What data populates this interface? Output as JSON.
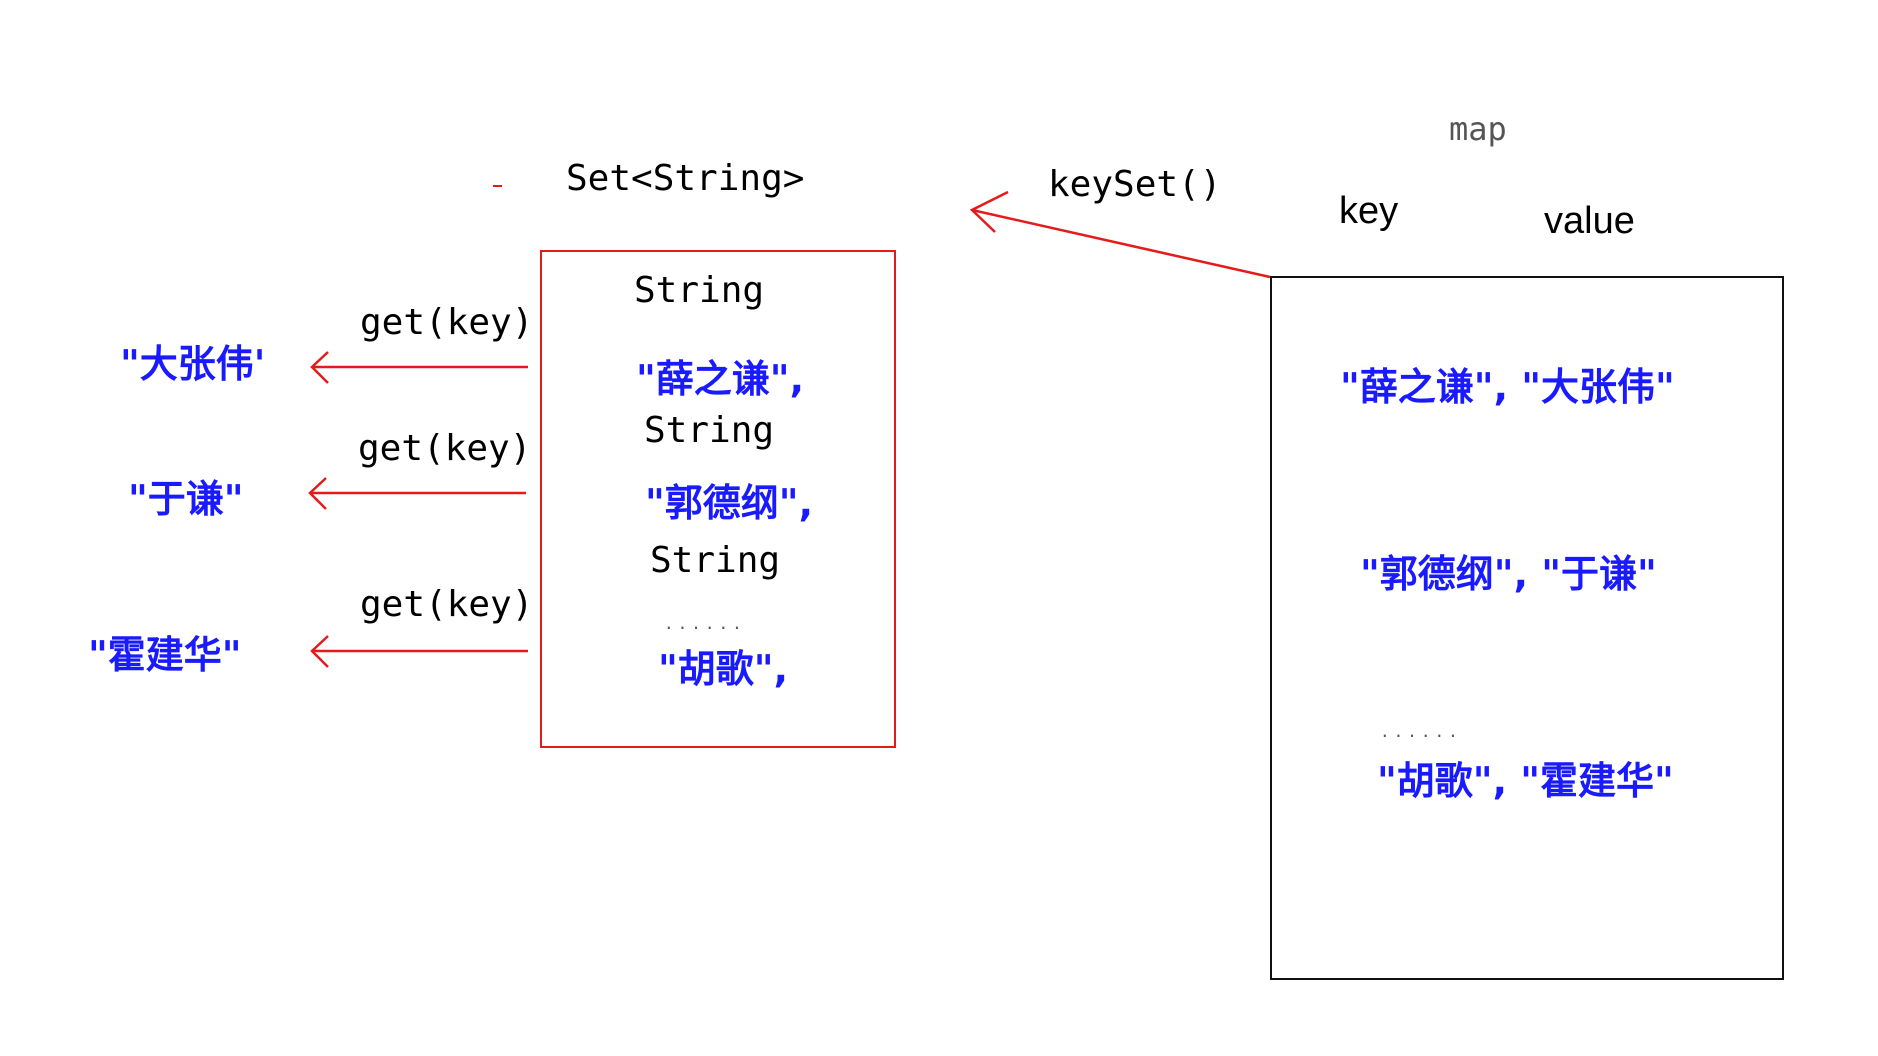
{
  "colors": {
    "arrow": "#e51b1b",
    "set_box_border": "#e51b1b",
    "map_box_border": "#111111",
    "value_text": "#1a1aff",
    "code_text": "#000000"
  },
  "map": {
    "title": "map",
    "key_header": "key",
    "value_header": "value",
    "entries": [
      "\"薛之谦\", \"大张伟\"",
      "\"郭德纲\", \"于谦\"",
      "\"胡歌\", \"霍建华\""
    ],
    "ellipsis": "......"
  },
  "keyset_call": "keySet()",
  "set": {
    "type_label": "Set<String>",
    "items": [
      {
        "type": "String",
        "key": "\"薛之谦\","
      },
      {
        "type": "String",
        "key": "\"郭德纲\","
      },
      {
        "type": "String",
        "key": "\"胡歌\","
      }
    ],
    "ellipsis": "......"
  },
  "lookups": [
    {
      "call": "get(key)",
      "result": "\"大张伟'"
    },
    {
      "call": "get(key)",
      "result": "\"于谦\""
    },
    {
      "call": "get(key)",
      "result": "\"霍建华\""
    }
  ]
}
